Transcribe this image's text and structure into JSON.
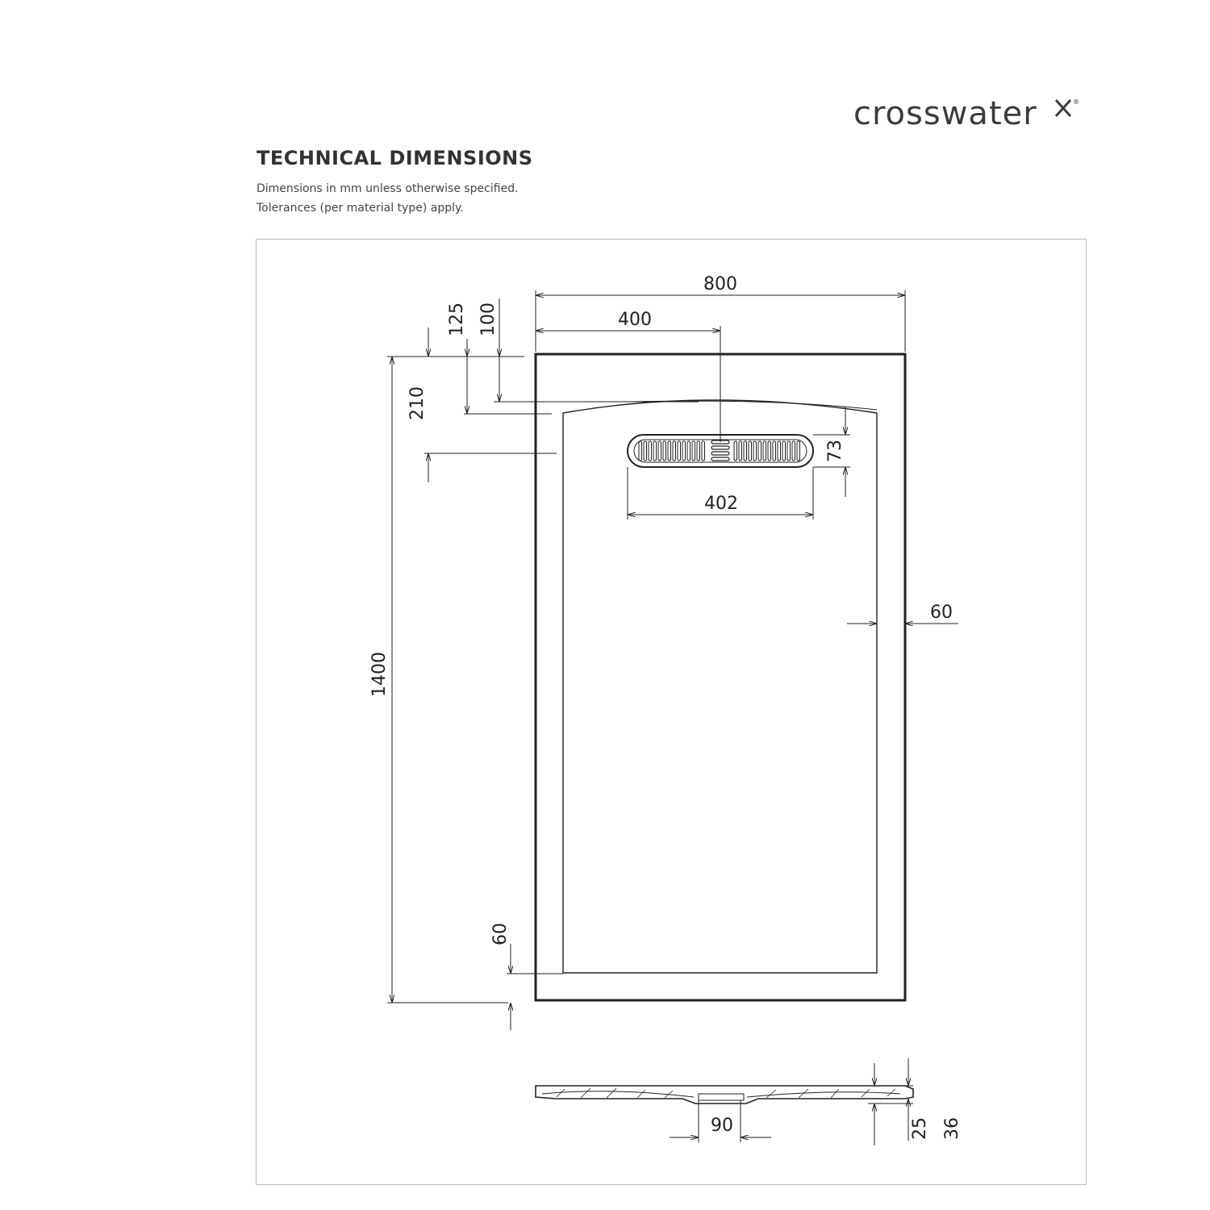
{
  "brand": {
    "logo_text": "crosswater",
    "logo_mark_icon": "crosswater-x-icon",
    "registered_mark": "®"
  },
  "header": {
    "title": "TECHNICAL DIMENSIONS",
    "note_line1": "Dimensions in mm unless otherwise specified.",
    "note_line2": "Tolerances (per material type) apply."
  },
  "dimensions": {
    "overall_width": "800",
    "drain_center": "400",
    "edge_to_curve_top": "125",
    "edge_to_inner_top": "100",
    "edge_to_waste_center": "210",
    "overall_length": "1400",
    "waste_height": "73",
    "waste_length": "402",
    "side_rim": "60",
    "bottom_rim": "60",
    "section_waste_width": "90",
    "section_depth_inner": "25",
    "section_depth_total": "36"
  },
  "colors": {
    "line": "#222222",
    "frame": "#bbbbbb"
  }
}
